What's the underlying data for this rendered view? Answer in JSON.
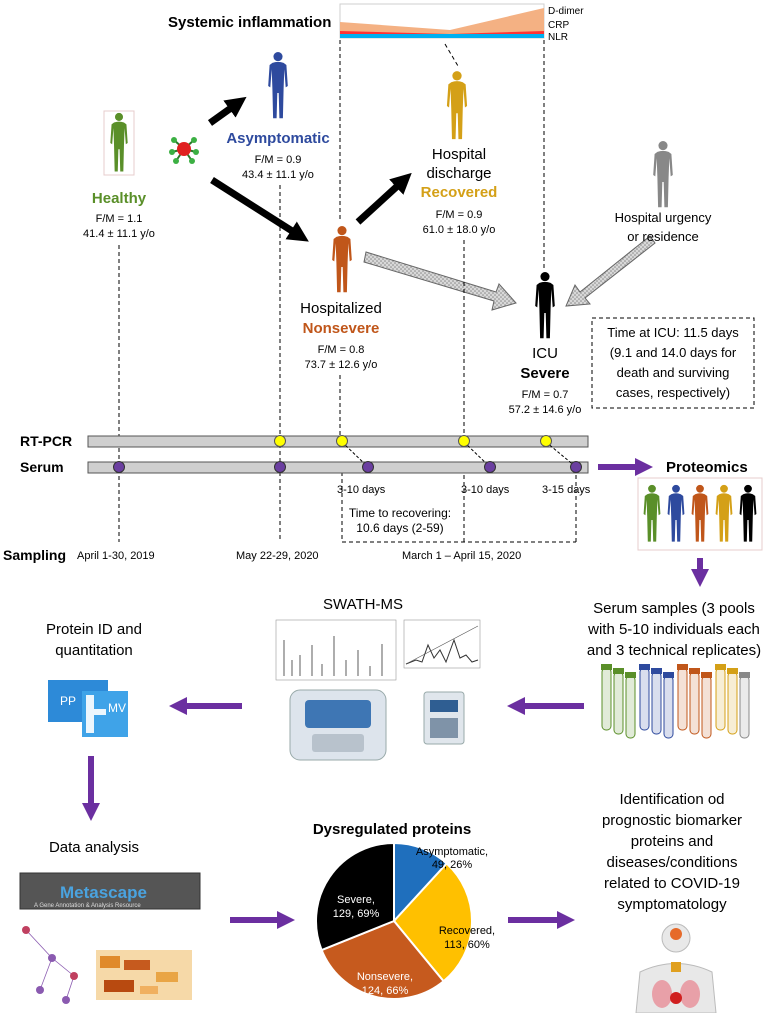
{
  "colors": {
    "healthy": "#5a8f29",
    "asymptomatic": "#2e4a9e",
    "nonsevere": "#c0561a",
    "recovered": "#d4a017",
    "severe": "#000000",
    "urgency": "#888888",
    "purple": "#6b2fa0",
    "timeline_fill": "#cfcfcf",
    "pcr_dot": "#ffff00",
    "serum_dot": "#6b3fa0",
    "pie_asymptomatic": "#1f6fbd",
    "pie_recovered": "#ffc000",
    "pie_nonsevere": "#c65a1e",
    "pie_severe": "#000000"
  },
  "inflammation": {
    "title": "Systemic inflammation",
    "legend": [
      "D-dimer",
      "CRP",
      "NLR"
    ]
  },
  "groups": {
    "healthy": {
      "label": "Healthy",
      "fm": "F/M = 1.1",
      "age": "41.4 ± 11.1 y/o"
    },
    "asymptomatic": {
      "label": "Asymptomatic",
      "fm": "F/M = 0.9",
      "age": "43.4 ± 11.1 y/o"
    },
    "recovered": {
      "pre1": "Hospital",
      "pre2": "discharge",
      "label": "Recovered",
      "fm": "F/M = 0.9",
      "age": "61.0 ± 18.0 y/o"
    },
    "nonsevere": {
      "pre": "Hospitalized",
      "label": "Nonsevere",
      "fm": "F/M = 0.8",
      "age": "73.7 ± 12.6 y/o"
    },
    "severe": {
      "pre": "ICU",
      "label": "Severe",
      "fm": "F/M = 0.7",
      "age": "57.2 ± 14.6 y/o"
    },
    "urgency": {
      "line1": "Hospital urgency",
      "line2": "or residence"
    }
  },
  "icu_box": [
    "Time at ICU: 11.5 days",
    "(9.1 and 14.0 days for",
    "death and surviving",
    "cases, respectively)"
  ],
  "timeline": {
    "rtpcr": "RT-PCR",
    "serum": "Serum",
    "sampling": "Sampling",
    "dates": [
      "April 1-30, 2019",
      "May 22-29, 2020",
      "March 1 – April 15, 2020"
    ],
    "intervals": [
      "3-10 days",
      "3-10 days",
      "3-15 days"
    ],
    "recover1": "Time to recovering:",
    "recover2": "10.6 days (2-59)"
  },
  "proteomics": "Proteomics",
  "serum_samples": [
    "Serum samples (3 pools",
    "with 5-10 individuals each",
    "and 3 technical replicates)"
  ],
  "swath": "SWATH-MS",
  "protein_id": [
    "Protein ID and",
    "quantitation"
  ],
  "software": {
    "pp": "PP",
    "mv": "MV"
  },
  "data_analysis": "Data analysis",
  "metascape": {
    "name": "Metascape",
    "tag": "A Gene Annotation & Analysis Resource"
  },
  "dysregulated_title": "Dysregulated proteins",
  "pie": {
    "labels": {
      "asym1": "Asymptomatic,",
      "asym2": "49, 26%",
      "rec1": "Recovered,",
      "rec2": "113, 60%",
      "non1": "Nonsevere,",
      "non2": "124, 66%",
      "sev1": "Severe,",
      "sev2": "129, 69%"
    }
  },
  "chart_data": {
    "type": "pie",
    "title": "Dysregulated proteins",
    "categories": [
      "Asymptomatic",
      "Recovered",
      "Nonsevere",
      "Severe"
    ],
    "values": [
      49,
      113,
      124,
      129
    ],
    "percent": [
      26,
      60,
      66,
      69
    ]
  },
  "identification": [
    "Identification od",
    "prognostic biomarker",
    "proteins and",
    "diseases/conditions",
    "related to COVID-19",
    "symptomatology"
  ]
}
